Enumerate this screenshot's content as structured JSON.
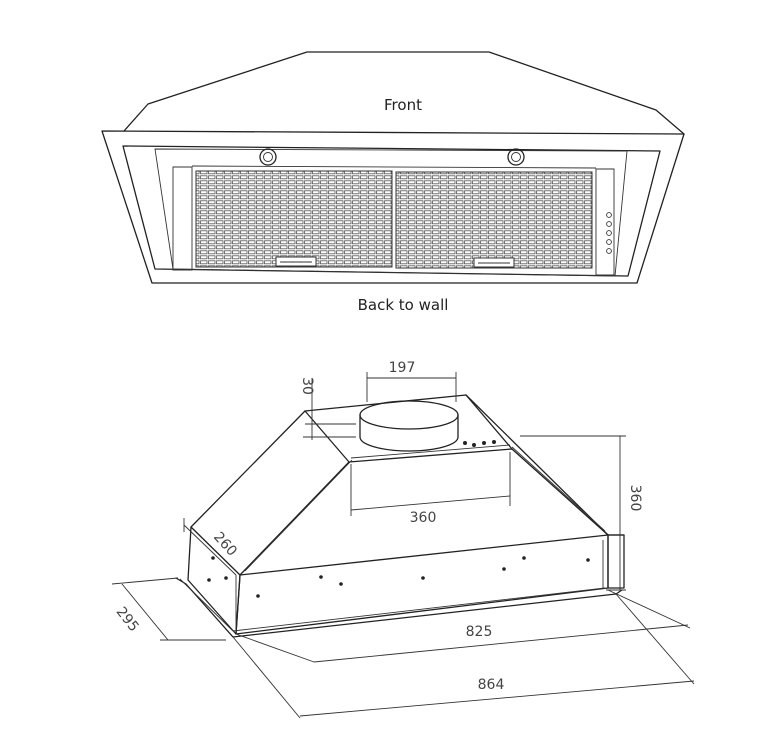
{
  "top_view": {
    "front_label": "Front",
    "back_label": "Back to wall"
  },
  "dimensions": {
    "spigot_diameter": "197",
    "spigot_height": "30",
    "total_height": "360",
    "inner_width": "360",
    "side_depth": "260",
    "outer_depth": "295",
    "body_width": "825",
    "overall_width": "864"
  },
  "colors": {
    "line": "#222222",
    "dimension_text": "#444444"
  }
}
